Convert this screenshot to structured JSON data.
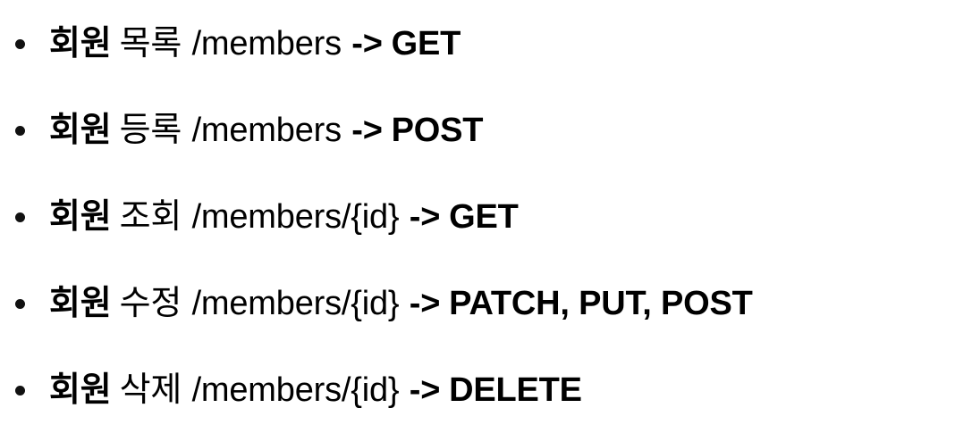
{
  "slide": {
    "background_color": "#ffffff",
    "text_color": "#000000",
    "bullet_glyph": "•",
    "arrow_token": "->",
    "endpoints": [
      {
        "resource": "회원",
        "action": "목록",
        "path": "/members",
        "arrow": "->",
        "methods": "GET"
      },
      {
        "resource": "회원",
        "action": "등록",
        "path": "/members",
        "arrow": "->",
        "methods": "POST"
      },
      {
        "resource": "회원",
        "action": "조회",
        "path": "/members/{id}",
        "arrow": "->",
        "methods": "GET"
      },
      {
        "resource": "회원",
        "action": "수정",
        "path": "/members/{id}",
        "arrow": "->",
        "methods": "PATCH, PUT, POST"
      },
      {
        "resource": "회원",
        "action": "삭제",
        "path": "/members/{id}",
        "arrow": "->",
        "methods": "DELETE"
      }
    ]
  }
}
